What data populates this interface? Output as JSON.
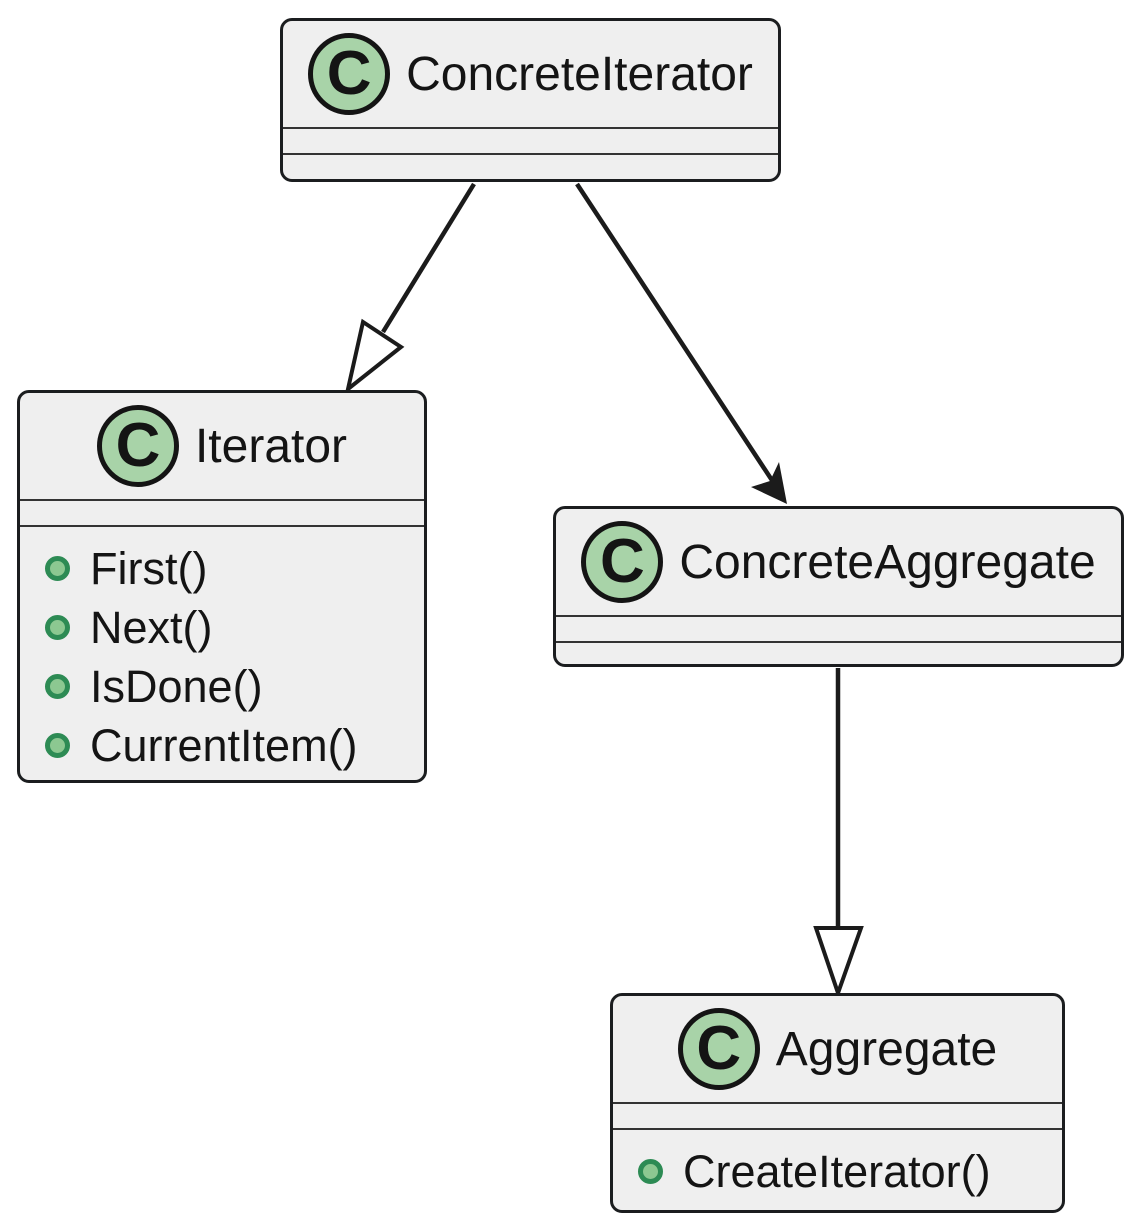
{
  "diagram": {
    "kind": "uml-class-diagram",
    "classes": [
      {
        "name": "ConcreteIterator",
        "badge": "C",
        "attributes": [],
        "methods": []
      },
      {
        "name": "Iterator",
        "badge": "C",
        "attributes": [],
        "methods": [
          "First()",
          "Next()",
          "IsDone()",
          "CurrentItem()"
        ]
      },
      {
        "name": "ConcreteAggregate",
        "badge": "C",
        "attributes": [],
        "methods": []
      },
      {
        "name": "Aggregate",
        "badge": "C",
        "attributes": [],
        "methods": [
          "CreateIterator()"
        ]
      }
    ],
    "relations": [
      {
        "from": "ConcreteIterator",
        "to": "Iterator",
        "type": "inheritance"
      },
      {
        "from": "ConcreteIterator",
        "to": "ConcreteAggregate",
        "type": "association"
      },
      {
        "from": "ConcreteAggregate",
        "to": "Aggregate",
        "type": "inheritance"
      }
    ],
    "colors": {
      "background": "#ffffff",
      "node_fill": "#efefef",
      "node_border": "#1b1d1f",
      "badge_fill": "#a8d3a8",
      "badge_border": "#141414",
      "method_dot_fill": "#8cc891",
      "method_dot_stroke": "#2d8b54",
      "edge": "#1b1b1b",
      "text": "#141414"
    }
  }
}
